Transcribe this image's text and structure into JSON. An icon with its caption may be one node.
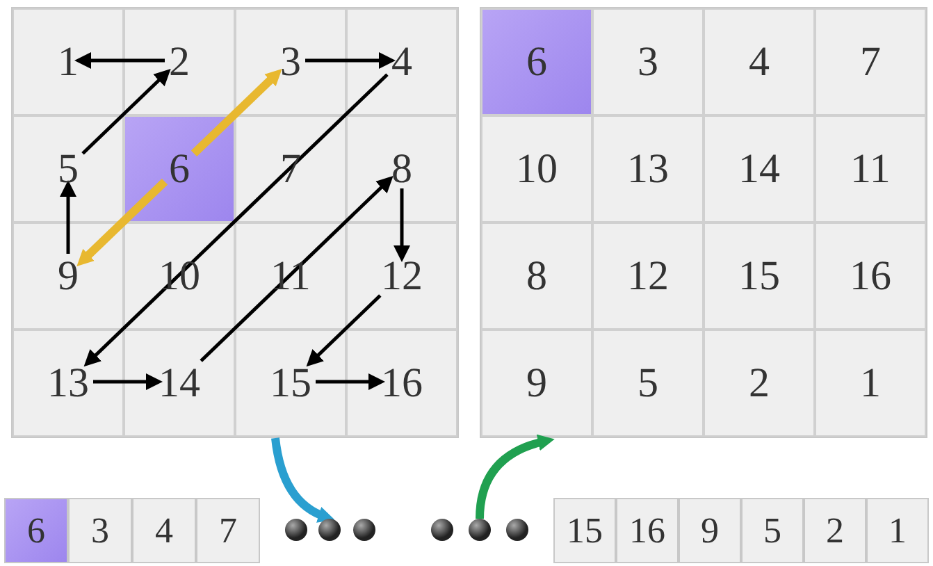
{
  "diagram": {
    "nodes": [
      {
        "text": [],
        "shape": "box"
      },
      {
        "text": [
          "1"
        ],
        "in": 0
      },
      {
        "text": [
          "2"
        ],
        "in": 0
      },
      {
        "text": [
          "3"
        ],
        "in": 0
      },
      {
        "text": [
          "4"
        ],
        "in": 0
      },
      {
        "text": [
          "5"
        ],
        "in": 0
      },
      {
        "text": [
          "6"
        ],
        "in": 0
      },
      {
        "text": [
          "7"
        ],
        "in": 0
      },
      {
        "text": [
          "8"
        ],
        "in": 0
      },
      {
        "text": [
          "9"
        ],
        "in": 0
      },
      {
        "text": [
          "10"
        ],
        "in": 0
      },
      {
        "text": [
          "11"
        ],
        "in": 0
      },
      {
        "text": [
          "12"
        ],
        "in": 0
      },
      {
        "text": [
          "13"
        ],
        "in": 0
      },
      {
        "text": [
          "14"
        ],
        "in": 0
      },
      {
        "text": [
          "15"
        ],
        "in": 0
      },
      {
        "text": [
          "16"
        ],
        "in": 0
      },
      {
        "text": [],
        "shape": "box"
      },
      {
        "text": [
          "6"
        ],
        "in": 17
      },
      {
        "text": [
          "3"
        ],
        "in": 17
      },
      {
        "text": [
          "4"
        ],
        "in": 17
      },
      {
        "text": [
          "7"
        ],
        "in": 17
      },
      {
        "text": [
          "10"
        ],
        "in": 17
      },
      {
        "text": [
          "13"
        ],
        "in": 17
      },
      {
        "text": [
          "14"
        ],
        "in": 17
      },
      {
        "text": [
          "11"
        ],
        "in": 17
      },
      {
        "text": [
          "8"
        ],
        "in": 17
      },
      {
        "text": [
          "12"
        ],
        "in": 17
      },
      {
        "text": [
          "15"
        ],
        "in": 17
      },
      {
        "text": [
          "16"
        ],
        "in": 17
      },
      {
        "text": [
          "9"
        ],
        "in": 17
      },
      {
        "text": [
          "5"
        ],
        "in": 17
      },
      {
        "text": [
          "2"
        ],
        "in": 17
      },
      {
        "text": [
          "1"
        ],
        "in": 17
      },
      {
        "text": [
          "6"
        ]
      },
      {
        "text": [
          "3"
        ]
      },
      {
        "text": [
          "4"
        ]
      },
      {
        "text": [
          "7"
        ]
      },
      {
        "text": [],
        "shape": "circle"
      },
      {
        "text": [],
        "shape": "circle"
      },
      {
        "text": [],
        "shape": "circle"
      },
      {
        "text": [],
        "shape": "circle"
      },
      {
        "text": [],
        "shape": "circle"
      },
      {
        "text": [],
        "shape": "circle"
      },
      {
        "text": [
          "15"
        ]
      },
      {
        "text": [
          "16"
        ]
      },
      {
        "text": [
          "9"
        ]
      },
      {
        "text": [
          "5"
        ]
      },
      {
        "text": [
          "2"
        ]
      },
      {
        "text": [
          "1"
        ]
      }
    ],
    "edges": [
      {
        "from": 2,
        "to": 1,
        "arrow": "to"
      },
      {
        "from": 3,
        "to": 4,
        "arrow": "to"
      },
      {
        "from": 5,
        "to": 2,
        "arrow": "to"
      },
      {
        "from": 6,
        "to": 3,
        "arrow": "to",
        "style": "thick",
        "color": "#e8b830"
      },
      {
        "from": 4,
        "to": 13,
        "arrow": "to"
      },
      {
        "from": 8,
        "to": 12,
        "arrow": "to"
      },
      {
        "from": 9,
        "to": 5,
        "arrow": "to"
      },
      {
        "from": 6,
        "to": 9,
        "arrow": "to",
        "style": "thick",
        "color": "#e8b830"
      },
      {
        "from": 14,
        "to": 8,
        "arrow": "to"
      },
      {
        "from": 12,
        "to": 15,
        "arrow": "to"
      },
      {
        "from": 13,
        "to": 14,
        "arrow": "to"
      },
      {
        "from": 15,
        "to": 16,
        "arrow": "to"
      },
      {
        "from": 0,
        "to": 39,
        "arrow": "to",
        "style": "thick",
        "color": "#2a9fd0"
      },
      {
        "from": 42,
        "to": 17,
        "arrow": "to",
        "style": "thick",
        "color": "#20a050"
      }
    ]
  }
}
